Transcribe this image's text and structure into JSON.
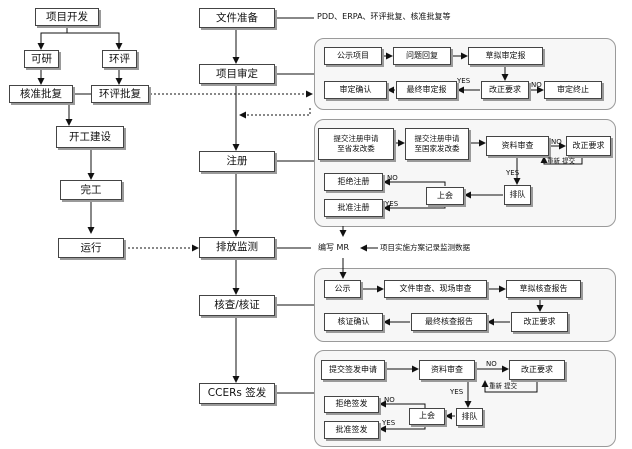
{
  "left": {
    "project_dev": "项目开发",
    "feasibility": "可研",
    "eia": "环评",
    "approval": "核准批复",
    "eia_approval": "环评批复",
    "construction": "开工建设",
    "completion": "完工",
    "operation": "运行"
  },
  "main": {
    "doc_prep": "文件准备",
    "validation": "项目审定",
    "registration": "注册",
    "monitoring": "排放监测",
    "verification": "核查/核证",
    "ccer_issuance": "CCERs 签发"
  },
  "notes": {
    "docs": "PDD、ERPA、环评批复、核准批复等",
    "mr_write": "编写 MR",
    "mr_source": "项目实施方案记录监测数据"
  },
  "validation": {
    "publish": "公示项目",
    "qa_reply": "问题回复",
    "draft_report": "草拟审定报",
    "confirm": "审定确认",
    "final_report": "最终审定报",
    "correction": "改正要求",
    "terminate": "审定终止"
  },
  "registration": {
    "submit_provincial": "提交注册申请\n至省发改委",
    "submit_national": "提交注册申请\n至国家发改委",
    "review": "资料审查",
    "correction": "改正要求",
    "queue": "排队",
    "meeting": "上会",
    "reject": "拒绝注册",
    "approve": "批准注册",
    "resubmit": "重新\n提交"
  },
  "verification": {
    "publish": "公示",
    "doc_site_review": "文件审查、现场审查",
    "draft_report": "草拟核查报告",
    "correction": "改正要求",
    "final_report": "最终核查报告",
    "confirm": "核证确认"
  },
  "issuance": {
    "submit": "提交签发申请",
    "review": "资料审查",
    "correction": "改正要求",
    "queue": "排队",
    "meeting": "上会",
    "reject": "拒绝签发",
    "approve": "批准签发",
    "resubmit": "重新\n提交"
  },
  "labels": {
    "yes": "YES",
    "no": "NO"
  }
}
